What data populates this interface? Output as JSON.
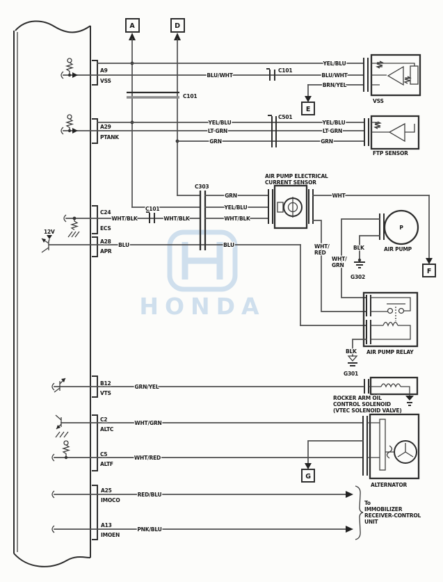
{
  "watermark": {
    "brand": "HONDA"
  },
  "refs": {
    "a": "A",
    "d": "D",
    "e": "E",
    "f": "F",
    "g": "G"
  },
  "connectors": {
    "c101": "C101",
    "c303": "C303",
    "c501": "C501"
  },
  "power": {
    "v12": "12V"
  },
  "pins": {
    "a9": {
      "id": "A9",
      "name": "VSS"
    },
    "a29": {
      "id": "A29",
      "name": "PTANK"
    },
    "c24": {
      "id": "C24",
      "name": "ECS"
    },
    "a28": {
      "id": "A28",
      "name": "APR"
    },
    "b12": {
      "id": "B12",
      "name": "VTS"
    },
    "c2": {
      "id": "C2",
      "name": "ALTC"
    },
    "c5": {
      "id": "C5",
      "name": "ALTF"
    },
    "a25": {
      "id": "A25",
      "name": "IMOCO"
    },
    "a13": {
      "id": "A13",
      "name": "IMOEN"
    }
  },
  "wires": {
    "yel_blu": "YEL/BLU",
    "blu_wht": "BLU/WHT",
    "brn_yel": "BRN/YEL",
    "lt_grn": "LT GRN",
    "grn": "GRN",
    "wht_blk": "WHT/BLK",
    "blu": "BLU",
    "wht": "WHT",
    "wht_slash": "WHT/",
    "red": "RED",
    "blk": "BLK",
    "grn_yel": "GRN/YEL",
    "wht_grn": "WHT/GRN",
    "wht_red": "WHT/RED",
    "red_blu": "RED/BLU",
    "pnk_blu": "PNK/BLU"
  },
  "grounds": {
    "g301": "G301",
    "g302": "G302"
  },
  "components": {
    "vss": "VSS",
    "ftp": "FTP SENSOR",
    "sensor1": "AIR PUMP ELECTRICAL",
    "sensor2": "CURRENT SENSOR",
    "pump": "AIR PUMP",
    "pump_p": "P",
    "relay": "AIR PUMP RELAY",
    "sol1": "ROCKER ARM OIL",
    "sol2": "CONTROL SOLENOID",
    "sol3": "(VTEC SOLENOID VALVE)",
    "alt": "ALTERNATOR"
  },
  "destination": {
    "to": "To",
    "l1": "IMMOBILIZER",
    "l2": "RECEIVER-CONTROL",
    "l3": "UNIT"
  }
}
